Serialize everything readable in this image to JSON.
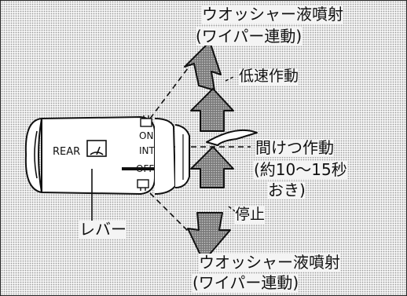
{
  "lever": {
    "rear_label": "REAR",
    "positions": {
      "on": "ON",
      "int": "INT",
      "off": "OFF"
    }
  },
  "labels": {
    "washer_top_line1": "ウオッシャー液噴射",
    "washer_top_line2": "(ワイパー連動)",
    "low_speed": "低速作動",
    "intermittent_line1": "間けつ作動",
    "intermittent_line2": "(約10〜15秒",
    "intermittent_line3": "おき)",
    "stop": "停止",
    "lever": "レバー",
    "washer_bottom_line1": "ウオッシャー液噴射",
    "washer_bottom_line2": "(ワイパー連動)"
  },
  "icons": {
    "lever_rear_symbol": "rear-wiper-icon",
    "on_washer_symbol": "washer-icon",
    "off_washer_symbol": "washer-icon"
  },
  "colors": {
    "arrow_fill": "#6f6f6f",
    "line": "#111111"
  }
}
